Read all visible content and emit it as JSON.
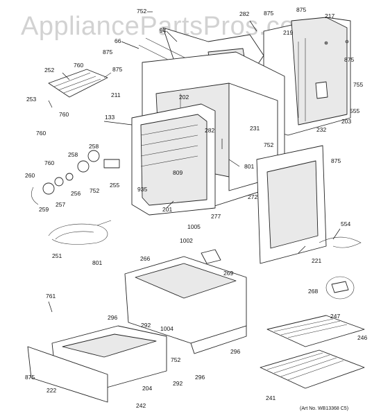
{
  "watermark": "AppliancePartsPros.com",
  "diagram_ref": "(Art No. WB13368 C5)",
  "callouts": {
    "c752a": "752",
    "c94": "94",
    "c66": "66",
    "c875a": "875",
    "c760a": "760",
    "c252": "252",
    "c253": "253",
    "c760b": "760",
    "c760c": "760",
    "c875b": "875",
    "c211": "211",
    "c133": "133",
    "c202": "202",
    "c282a": "282",
    "c875c": "875",
    "c219": "219",
    "c875d": "875",
    "c217": "217",
    "c875e": "875",
    "c755": "755",
    "c555": "555",
    "c203": "203",
    "c232": "232",
    "c231": "231",
    "c752b": "752",
    "c875f": "875",
    "c282b": "282",
    "c801a": "801",
    "c258a": "258",
    "c258b": "258",
    "c760d": "760",
    "c260": "260",
    "c256": "256",
    "c257": "257",
    "c259": "259",
    "c752c": "752",
    "c255": "255",
    "c809": "809",
    "c935": "935",
    "c201": "201",
    "c272": "272",
    "c277": "277",
    "c1005": "1005",
    "c251": "251",
    "c801b": "801",
    "c1002": "1002",
    "c554": "554",
    "c221": "221",
    "c266": "266",
    "c269": "269",
    "c268": "268",
    "c761": "761",
    "c296a": "296",
    "c292a": "292",
    "c1004": "1004",
    "c247": "247",
    "c246": "246",
    "c296b": "296",
    "c752d": "752",
    "c296c": "296",
    "c875g": "875",
    "c222": "222",
    "c204": "204",
    "c292b": "292",
    "c241": "241",
    "c242": "242"
  }
}
